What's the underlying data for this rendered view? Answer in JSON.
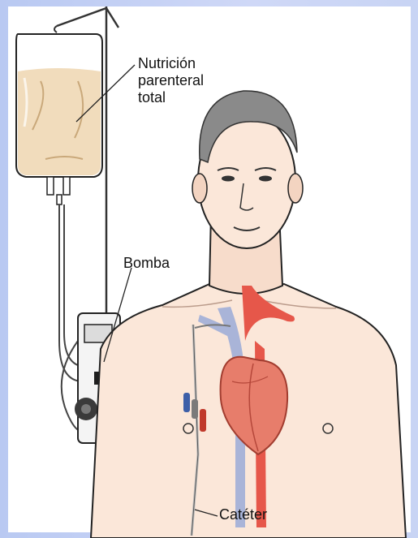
{
  "labels": {
    "nutrition": [
      "Nutrición",
      "parenteral",
      "total"
    ],
    "pump": "Bomba",
    "catheter": "Catéter"
  },
  "colors": {
    "background": "#c8d4f4",
    "bag_fluid": "#f1dcbc",
    "skin": "#fbe7d9",
    "heart": "#e77d6b",
    "vein": "#a9b4d8",
    "artery": "#e6574a",
    "outline": "#222222"
  },
  "icons": [
    "iv-bag-icon",
    "iv-pole-icon",
    "infusion-pump-icon",
    "patient-figure-icon",
    "heart-icon",
    "catheter-icon"
  ]
}
